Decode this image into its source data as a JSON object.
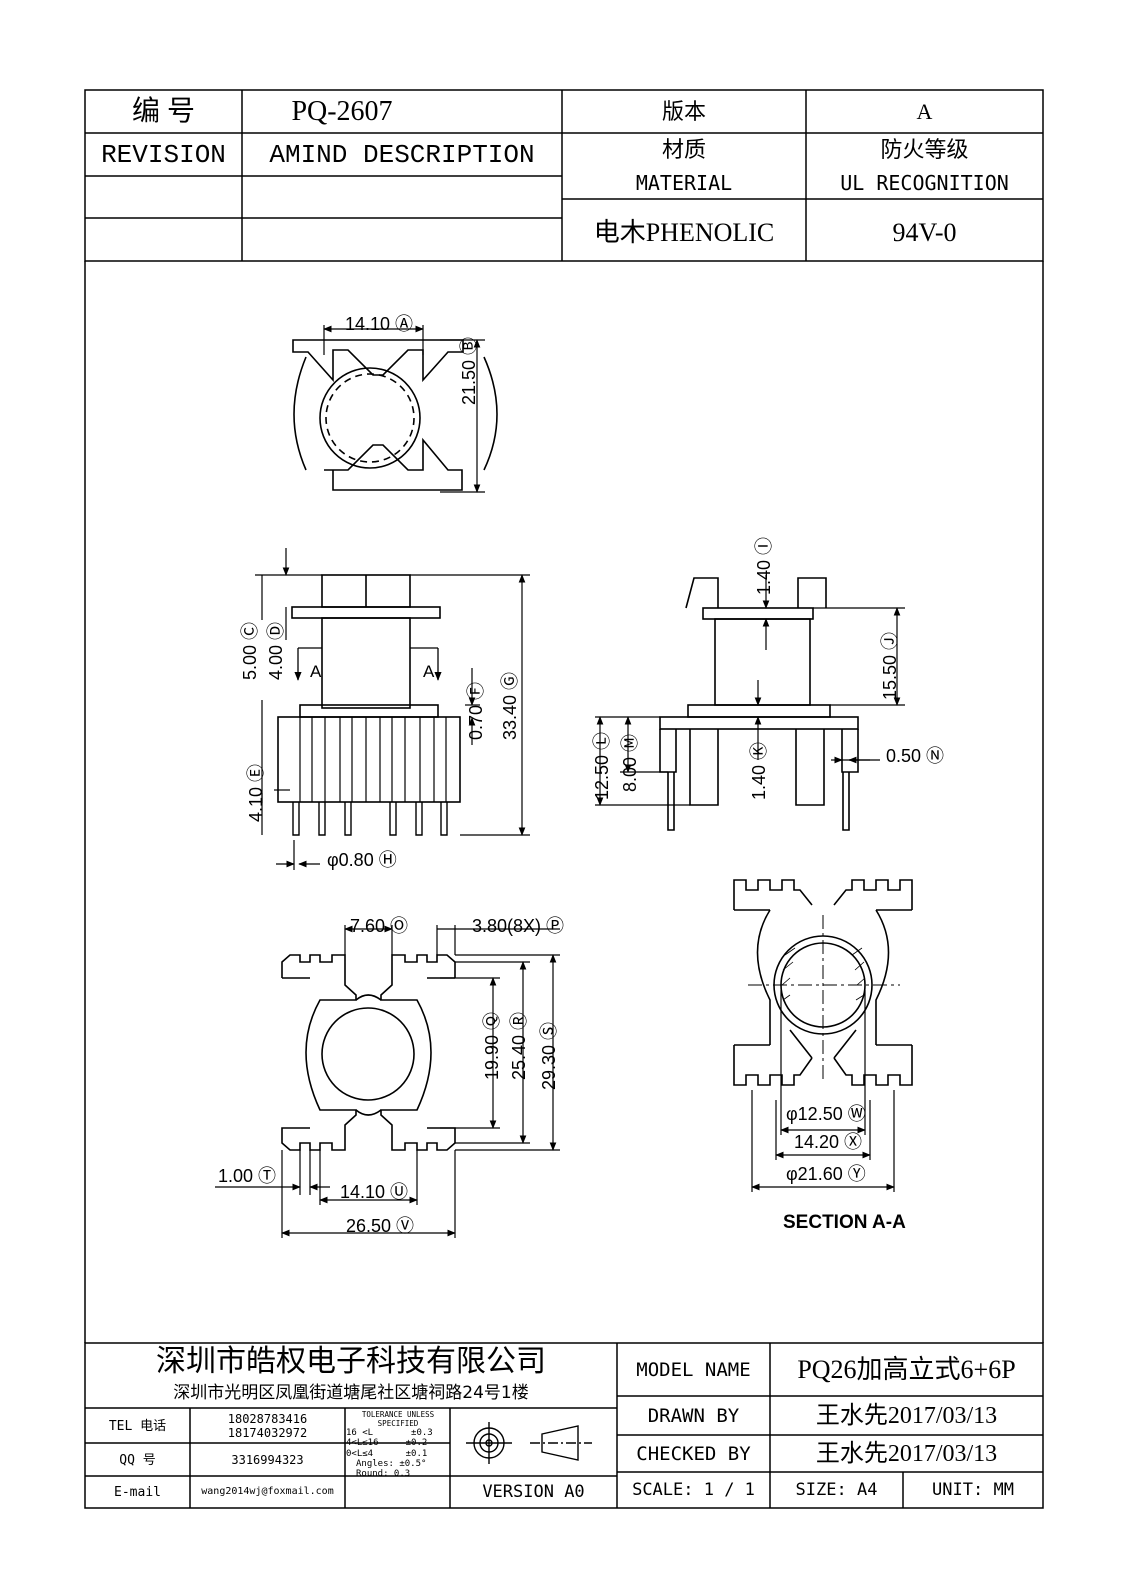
{
  "header": {
    "bianhao_label": "编  号",
    "part_no": "PQ-2607",
    "version_label": "版本",
    "version_value": "A",
    "revision_label": "REVISION",
    "amind_label": "AMIND DESCRIPTION",
    "material_label_cn": "材质",
    "material_label_en": "MATERIAL",
    "ul_label_cn": "防火等级",
    "ul_label_en": "UL RECOGNITION",
    "material_value": "电木PHENOLIC",
    "ul_value": "94V-0"
  },
  "dimensions": {
    "A": "14.10",
    "B": "21.50",
    "C": "5.00",
    "D": "4.00",
    "E": "4.10",
    "F": "0.70",
    "G": "33.40",
    "H": "φ0.80",
    "I": "1.40",
    "J": "15.50",
    "K": "1.40",
    "L": "12.50",
    "M": "8.00",
    "N": "0.50",
    "O": "7.60",
    "P": "3.80(8X)",
    "Q": "19.90",
    "R": "25.40",
    "S": "29.30",
    "T": "1.00",
    "U": "14.10",
    "V": "26.50",
    "W": "φ12.50",
    "X": "14.20",
    "Y": "φ21.60"
  },
  "section_marker": "A",
  "section_title": "SECTION A-A",
  "footer": {
    "company_name": "深圳市皓权电子科技有限公司",
    "company_address": "深圳市光明区凤凰街道塘尾社区塘祠路24号1楼",
    "tel_label": "TEL 电话",
    "tel_1": "18028783416",
    "tel_2": "18174032972",
    "qq_label": "QQ  号",
    "qq_value": "3316994323",
    "email_label": "E-mail",
    "email_value": "wang2014wj@foxmail.com",
    "tolerance_title": "TOLERANCE UNLESS SPECIFIED",
    "tol_1": "16 <L       ±0.3",
    "tol_2": "4<L≤16     ±0.2",
    "tol_3": "0<L≤4      ±0.1",
    "tol_4": "Angles: ±0.5°",
    "tol_5": "Round: 0.3",
    "version_text": "VERSION A0",
    "model_name_label": "MODEL NAME",
    "model_name_value": "PQ26加高立式6+6P",
    "drawn_by_label": "DRAWN BY",
    "drawn_by_value": "王水先2017/03/13",
    "checked_by_label": "CHECKED BY",
    "checked_by_value": "王水先2017/03/13",
    "scale_label": "SCALE: 1 / 1",
    "size_label": "SIZE: A4",
    "unit_label": "UNIT: MM"
  }
}
